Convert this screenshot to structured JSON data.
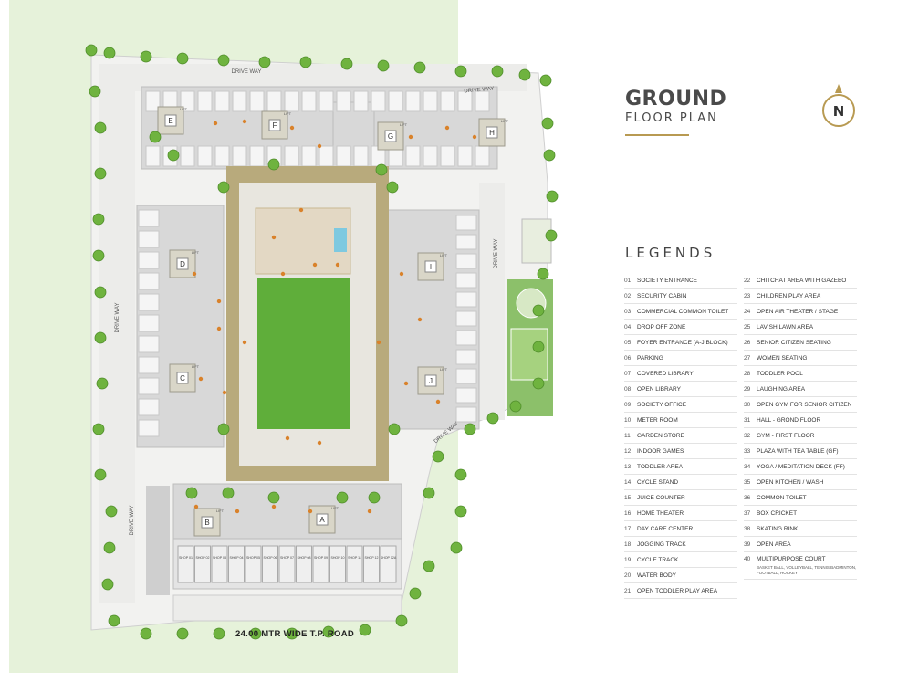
{
  "title": {
    "main": "GROUND",
    "sub": "FLOOR PLAN"
  },
  "compass": {
    "letter": "N"
  },
  "legends_title": "LEGENDS",
  "legend": [
    {
      "num": "01",
      "label": "SOCIETY ENTRANCE"
    },
    {
      "num": "02",
      "label": "SECURITY CABIN"
    },
    {
      "num": "03",
      "label": "COMMERCIAL COMMON TOILET"
    },
    {
      "num": "04",
      "label": "DROP OFF ZONE"
    },
    {
      "num": "05",
      "label": "FOYER ENTRANCE (A-J BLOCK)"
    },
    {
      "num": "06",
      "label": "PARKING"
    },
    {
      "num": "07",
      "label": "COVERED LIBRARY"
    },
    {
      "num": "08",
      "label": "OPEN LIBRARY"
    },
    {
      "num": "09",
      "label": "SOCIETY OFFICE"
    },
    {
      "num": "10",
      "label": "METER ROOM"
    },
    {
      "num": "11",
      "label": "GARDEN STORE"
    },
    {
      "num": "12",
      "label": "INDOOR GAMES"
    },
    {
      "num": "13",
      "label": "TODDLER AREA"
    },
    {
      "num": "14",
      "label": "CYCLE STAND"
    },
    {
      "num": "15",
      "label": "JUICE COUNTER"
    },
    {
      "num": "16",
      "label": "HOME THEATER"
    },
    {
      "num": "17",
      "label": "DAY CARE CENTER"
    },
    {
      "num": "18",
      "label": "JOGGING TRACK"
    },
    {
      "num": "19",
      "label": "CYCLE TRACK"
    },
    {
      "num": "20",
      "label": "WATER BODY"
    },
    {
      "num": "21",
      "label": "OPEN TODDLER PLAY AREA"
    },
    {
      "num": "22",
      "label": "CHITCHAT AREA WITH GAZEBO"
    },
    {
      "num": "23",
      "label": "CHILDREN PLAY AREA"
    },
    {
      "num": "24",
      "label": "OPEN AIR THEATER / STAGE"
    },
    {
      "num": "25",
      "label": "LAVISH LAWN AREA"
    },
    {
      "num": "26",
      "label": "SENIOR CITIZEN SEATING"
    },
    {
      "num": "27",
      "label": "WOMEN SEATING"
    },
    {
      "num": "28",
      "label": "TODDLER POOL"
    },
    {
      "num": "29",
      "label": "LAUGHING AREA"
    },
    {
      "num": "30",
      "label": "OPEN GYM FOR SENIOR CITIZEN"
    },
    {
      "num": "31",
      "label": "HALL - GROND FLOOR"
    },
    {
      "num": "32",
      "label": "GYM - FIRST FLOOR"
    },
    {
      "num": "33",
      "label": "PLAZA WITH TEA TABLE (GF)"
    },
    {
      "num": "34",
      "label": "YOGA / MEDITATION DECK (FF)"
    },
    {
      "num": "35",
      "label": "OPEN KITCHEN / WASH"
    },
    {
      "num": "36",
      "label": "COMMON TOILET"
    },
    {
      "num": "37",
      "label": "BOX CRICKET"
    },
    {
      "num": "38",
      "label": "SKATING RINK"
    },
    {
      "num": "39",
      "label": "OPEN AREA"
    },
    {
      "num": "40",
      "label": "MULTIPURPOSE COURT",
      "sub": "BASKET BALL, VOLLEYBALL, TENNIS BADMINTON, FOOTBALL, HOCKEY"
    }
  ],
  "plan": {
    "driveway_label": "DRIVE WAY",
    "road_label": "24.00 MTR WIDE T.P. ROAD",
    "blocks": [
      "A",
      "B",
      "C",
      "D",
      "E",
      "F",
      "G",
      "H",
      "I",
      "J"
    ],
    "lift_label": "LIFT",
    "shops": [
      "SHOP 01",
      "SHOP 02",
      "SHOP 03",
      "SHOP 04",
      "SHOP 05",
      "SHOP 06",
      "SHOP 07",
      "SHOP 08",
      "SHOP 09",
      "SHOP 10",
      "SHOP 11",
      "SHOP 12",
      "SHOP 12A"
    ]
  },
  "colors": {
    "site_green": "#e6f2da",
    "tree": "#6fb33f",
    "building": "#d8d8d8",
    "lawn": "#5fae3a",
    "track": "#b8aa7c",
    "accent": "#b89a52",
    "dot": "#d9822b"
  }
}
